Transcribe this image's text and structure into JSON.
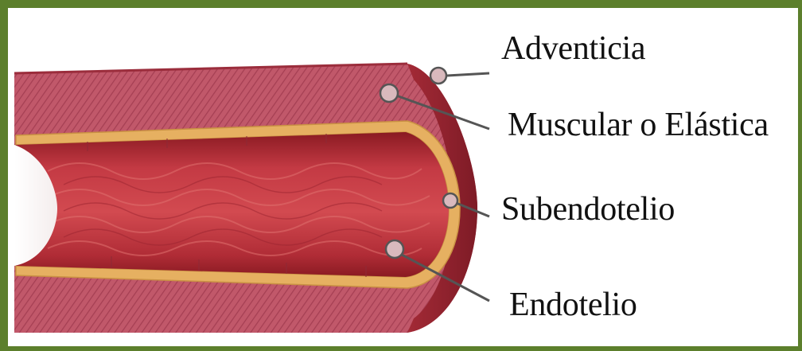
{
  "labels": {
    "adventicia": "Adventicia",
    "muscular": "Muscular o Elástica",
    "subendotelio": "Subendotelio",
    "endotelio": "Endotelio"
  },
  "colors": {
    "frame": "#5c7f2c",
    "outer_wall": "#b5475a",
    "wall_dark": "#8e1e2a",
    "lumen": "#b5303a",
    "yellow_layer": "#e6b061",
    "marker_fill": "#d9b9bd"
  }
}
